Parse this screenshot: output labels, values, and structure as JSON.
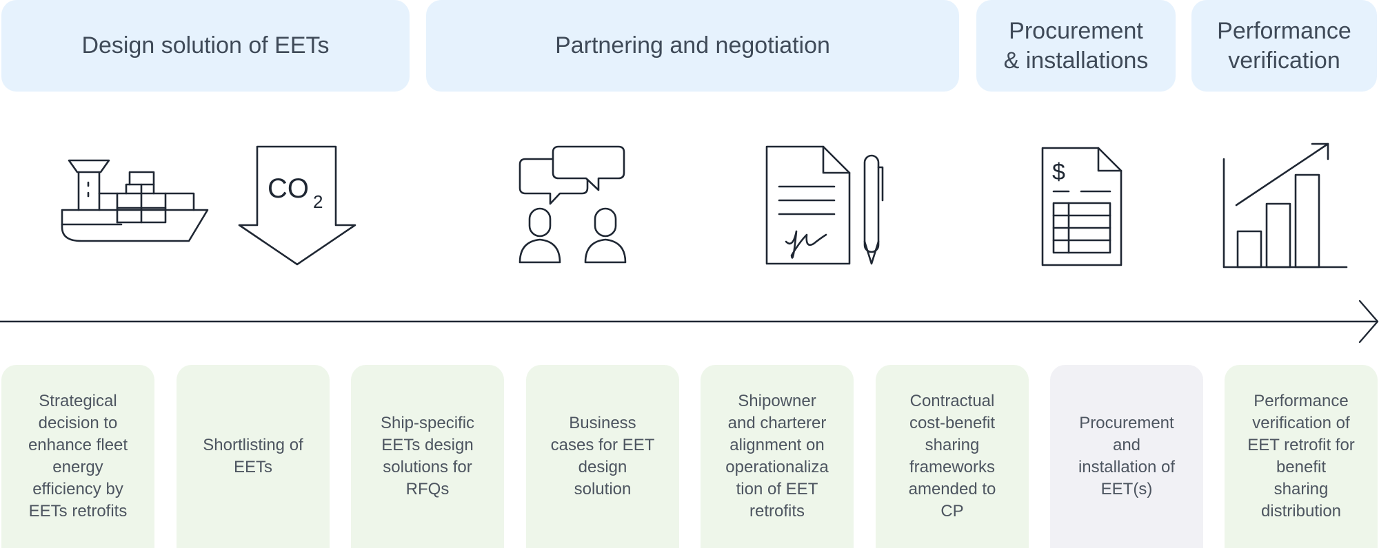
{
  "phases": [
    {
      "label": "Design solution of EETs"
    },
    {
      "label": "Partnering and negotiation"
    },
    {
      "label": "Procurement\n& installations"
    },
    {
      "label": "Performance\nverification"
    }
  ],
  "icons": [
    "ship-icon",
    "co2-reduction-arrow-icon",
    "discussion-people-icon",
    "signed-contract-pen-icon",
    "invoice-icon",
    "growth-bar-chart-icon"
  ],
  "co2_label": {
    "main": "CO",
    "sub": "2"
  },
  "invoice_symbol": "$",
  "steps": [
    {
      "label": "Strategical\ndecision to\nenhance fleet\nenergy\nefficiency by\nEETs retrofits"
    },
    {
      "label": "Shortlisting of\nEETs"
    },
    {
      "label": "Ship-specific\nEETs design\nsolutions for\nRFQs"
    },
    {
      "label": "Business\ncases for EET\ndesign\nsolution"
    },
    {
      "label": "Shipowner\nand charterer\nalignment on\noperationaliza\ntion of EET\nretrofits"
    },
    {
      "label": "Contractual\ncost-benefit\nsharing\nframeworks\namended to\nCP"
    },
    {
      "label": "Procurement\nand\ninstallation of\nEET(s)"
    },
    {
      "label": "Performance\nverification of\nEET retrofit for\nbenefit\nsharing\ndistribution"
    }
  ],
  "colors": {
    "phase_bg": "#e6f2fd",
    "step_bg": "#eef6ea",
    "step_neutral_bg": "#f1f1f5",
    "ink": "#1f2733"
  }
}
